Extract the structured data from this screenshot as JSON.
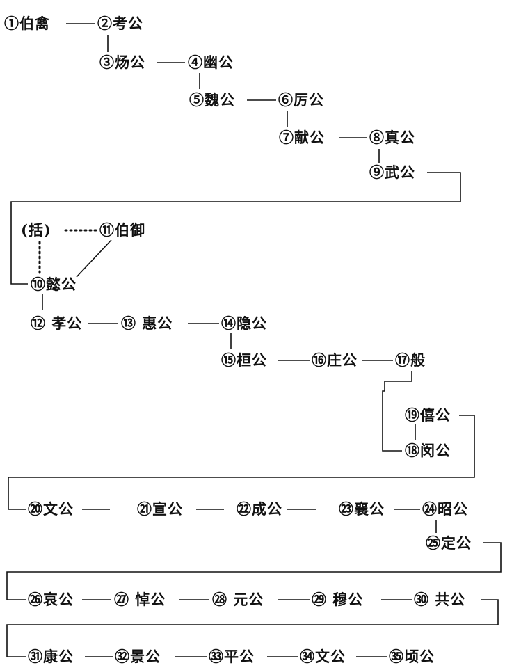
{
  "nodes": [
    {
      "id": "n1",
      "label": "①伯禽"
    },
    {
      "id": "n2",
      "label": "②考公"
    },
    {
      "id": "n3",
      "label": "③炀公"
    },
    {
      "id": "n4",
      "label": "④幽公"
    },
    {
      "id": "n5",
      "label": "⑤魏公"
    },
    {
      "id": "n6",
      "label": "⑥厉公"
    },
    {
      "id": "n7",
      "label": "⑦献公"
    },
    {
      "id": "n8",
      "label": "⑧真公"
    },
    {
      "id": "n9",
      "label": "⑨武公"
    },
    {
      "id": "nk",
      "label": "(括)"
    },
    {
      "id": "n11",
      "label": "⑪伯御"
    },
    {
      "id": "n10",
      "label": "⑩懿公"
    },
    {
      "id": "n12",
      "label": "⑫ 孝公"
    },
    {
      "id": "n13",
      "label": "⑬ 惠公"
    },
    {
      "id": "n14",
      "label": "⑭隐公"
    },
    {
      "id": "n15",
      "label": "⑮桓公"
    },
    {
      "id": "n16",
      "label": "⑯庄公"
    },
    {
      "id": "n17",
      "label": "⑰般"
    },
    {
      "id": "n19",
      "label": "⑲僖公"
    },
    {
      "id": "n18",
      "label": "⑱闵公"
    },
    {
      "id": "n20",
      "label": "⑳文公"
    },
    {
      "id": "n21",
      "label": "㉑宣公"
    },
    {
      "id": "n22",
      "label": "㉒成公"
    },
    {
      "id": "n23",
      "label": "㉓襄公"
    },
    {
      "id": "n24",
      "label": "㉔昭公"
    },
    {
      "id": "n25",
      "label": "㉕定公"
    },
    {
      "id": "n26",
      "label": "㉖哀公"
    },
    {
      "id": "n27",
      "label": "㉗ 悼公"
    },
    {
      "id": "n28",
      "label": "㉘ 元公"
    },
    {
      "id": "n29",
      "label": "㉙ 穆公"
    },
    {
      "id": "n30",
      "label": "㉚ 共公"
    },
    {
      "id": "n31",
      "label": "㉛康公"
    },
    {
      "id": "n32",
      "label": "㉜景公"
    },
    {
      "id": "n33",
      "label": "㉝平公"
    },
    {
      "id": "n34",
      "label": "㉞文公"
    },
    {
      "id": "n35",
      "label": "㉟顷公"
    }
  ]
}
